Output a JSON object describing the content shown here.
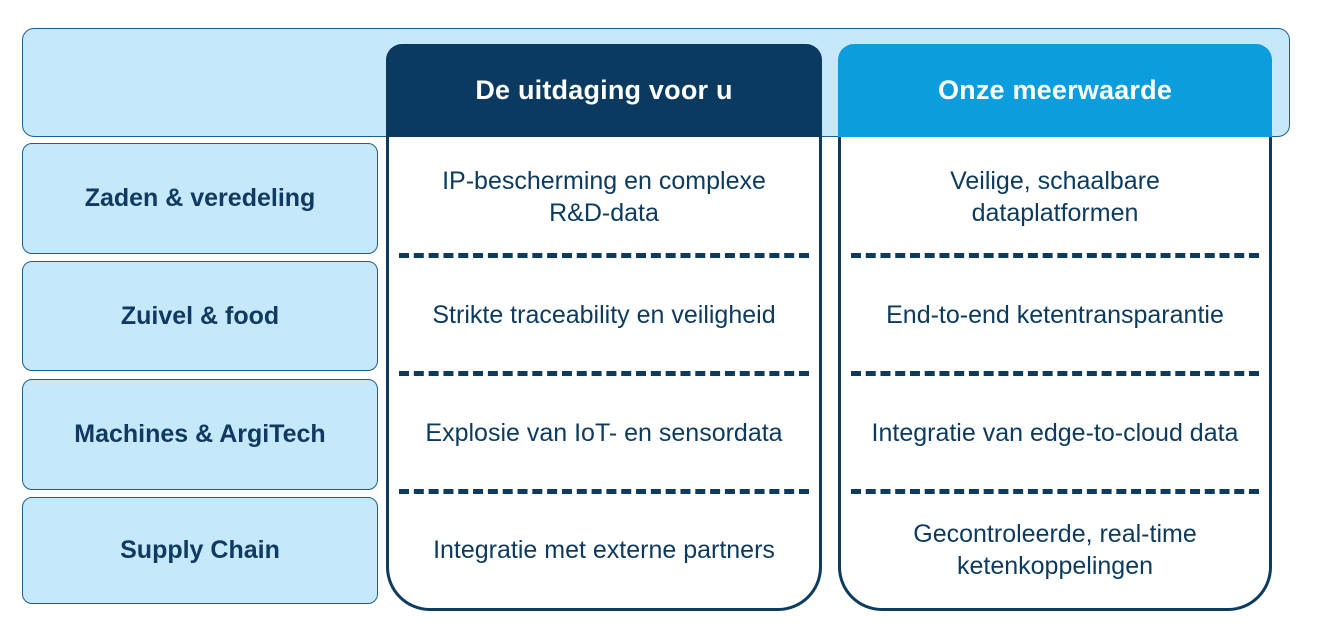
{
  "colors": {
    "panel_light_blue": "#c5e8fa",
    "header_dark_navy": "#0a3a60",
    "header_bright_blue": "#0b9dde",
    "text_navy": "#0d3b60",
    "outline_navy": "#1f5f8b",
    "background": "#ffffff"
  },
  "table": {
    "corner_cell": "",
    "column_headers": [
      {
        "label": "De uitdaging voor u",
        "style": "dark-navy"
      },
      {
        "label": "Onze meerwaarde",
        "style": "bright-blue"
      }
    ],
    "rows": [
      {
        "category": "Zaden & veredeling",
        "challenge": "IP-bescherming en complexe R&D-data",
        "value": "Veilige, schaalbare dataplatformen"
      },
      {
        "category": "Zuivel & food",
        "challenge": "Strikte traceability en veiligheid",
        "value": "End-to-end ketentransparantie"
      },
      {
        "category": "Machines & ArgiTech",
        "challenge": "Explosie van IoT- en sensordata",
        "value": "Integratie van edge-to-cloud data"
      },
      {
        "category": "Supply Chain",
        "challenge": "Integratie met externe partners",
        "value": "Gecontroleerde, real-time ketenkoppelingen"
      }
    ]
  }
}
